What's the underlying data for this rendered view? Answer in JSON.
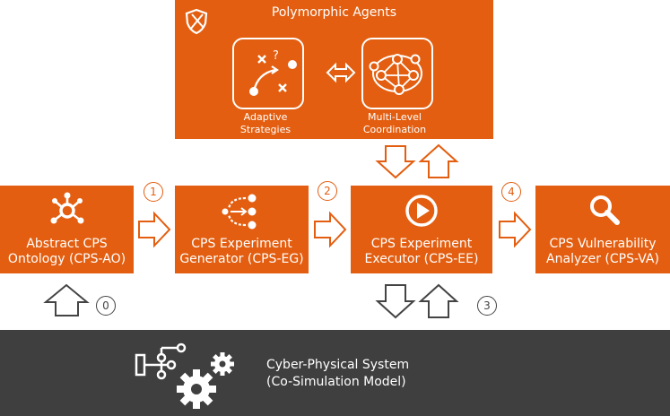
{
  "agents": {
    "title": "Polymorphic Agents",
    "adaptive_label": "Adaptive\nStrategies",
    "coordination_label": "Multi-Level\nCoordination"
  },
  "boxes": {
    "ao": "Abstract CPS\nOntology (CPS-AO)",
    "eg": "CPS Experiment\nGenerator (CPS-EG)",
    "ee": "CPS Experiment\nExecutor (CPS-EE)",
    "va": "CPS Vulnerability\nAnalyzer (CPS-VA)"
  },
  "steps": [
    "0",
    "1",
    "2",
    "3",
    "4"
  ],
  "cps": {
    "label": "Cyber-Physical System\n(Co-Simulation Model)"
  },
  "colors": {
    "accent": "#e35e10",
    "dark": "#3f3f3f",
    "arrow_gray": "#444444"
  },
  "icons": [
    "shield-icon",
    "strategy-icon",
    "swap-icon",
    "network-icon",
    "ontology-icon",
    "generator-icon",
    "play-icon",
    "magnifier-icon",
    "system-icon",
    "gears-icon"
  ]
}
